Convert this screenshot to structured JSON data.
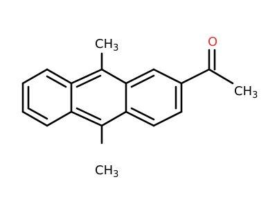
{
  "colors": {
    "bond": "#000000",
    "carbon_label": "#000000",
    "oxygen_label": "#e8322e"
  },
  "labels": {
    "methyl_top": {
      "main": "CH",
      "sub": "3"
    },
    "methyl_bottom": {
      "main": "CH",
      "sub": "3"
    },
    "acetyl_methyl": {
      "main": "CH",
      "sub": "3"
    },
    "oxygen": {
      "main": "O"
    }
  }
}
